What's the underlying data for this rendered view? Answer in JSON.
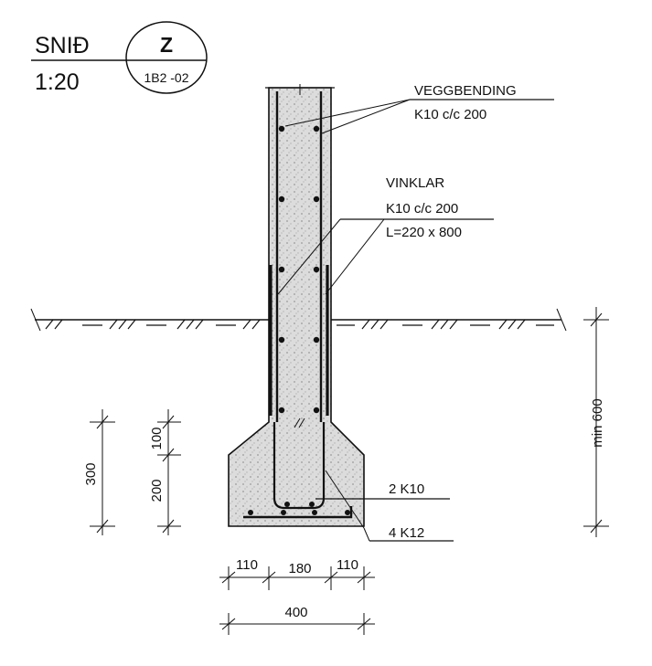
{
  "title_block": {
    "section_label": "SNIÐ",
    "scale": "1:20",
    "section_mark": "Z",
    "sheet_ref": "1B2 -02"
  },
  "labels": {
    "wall_rebar_title": "VEGGBENDING",
    "wall_rebar_spec": "K10 c/c 200",
    "angles_title": "VINKLAR",
    "angles_spec": "K10 c/c 200",
    "angles_length": "L=220 x 800",
    "footing_top_bars": "2 K10",
    "footing_bottom_bars": "4 K12"
  },
  "dimensions": {
    "footing_total_height": "300",
    "footing_taper_height": "100",
    "footing_base_height": "200",
    "frost_depth": "min 600",
    "left_projection": "110",
    "wall_thickness": "180",
    "right_projection": "110",
    "footing_width": "400"
  },
  "colors": {
    "line": "#111111",
    "concrete_fill": "#d9d9d9",
    "rebar": "#111111"
  }
}
